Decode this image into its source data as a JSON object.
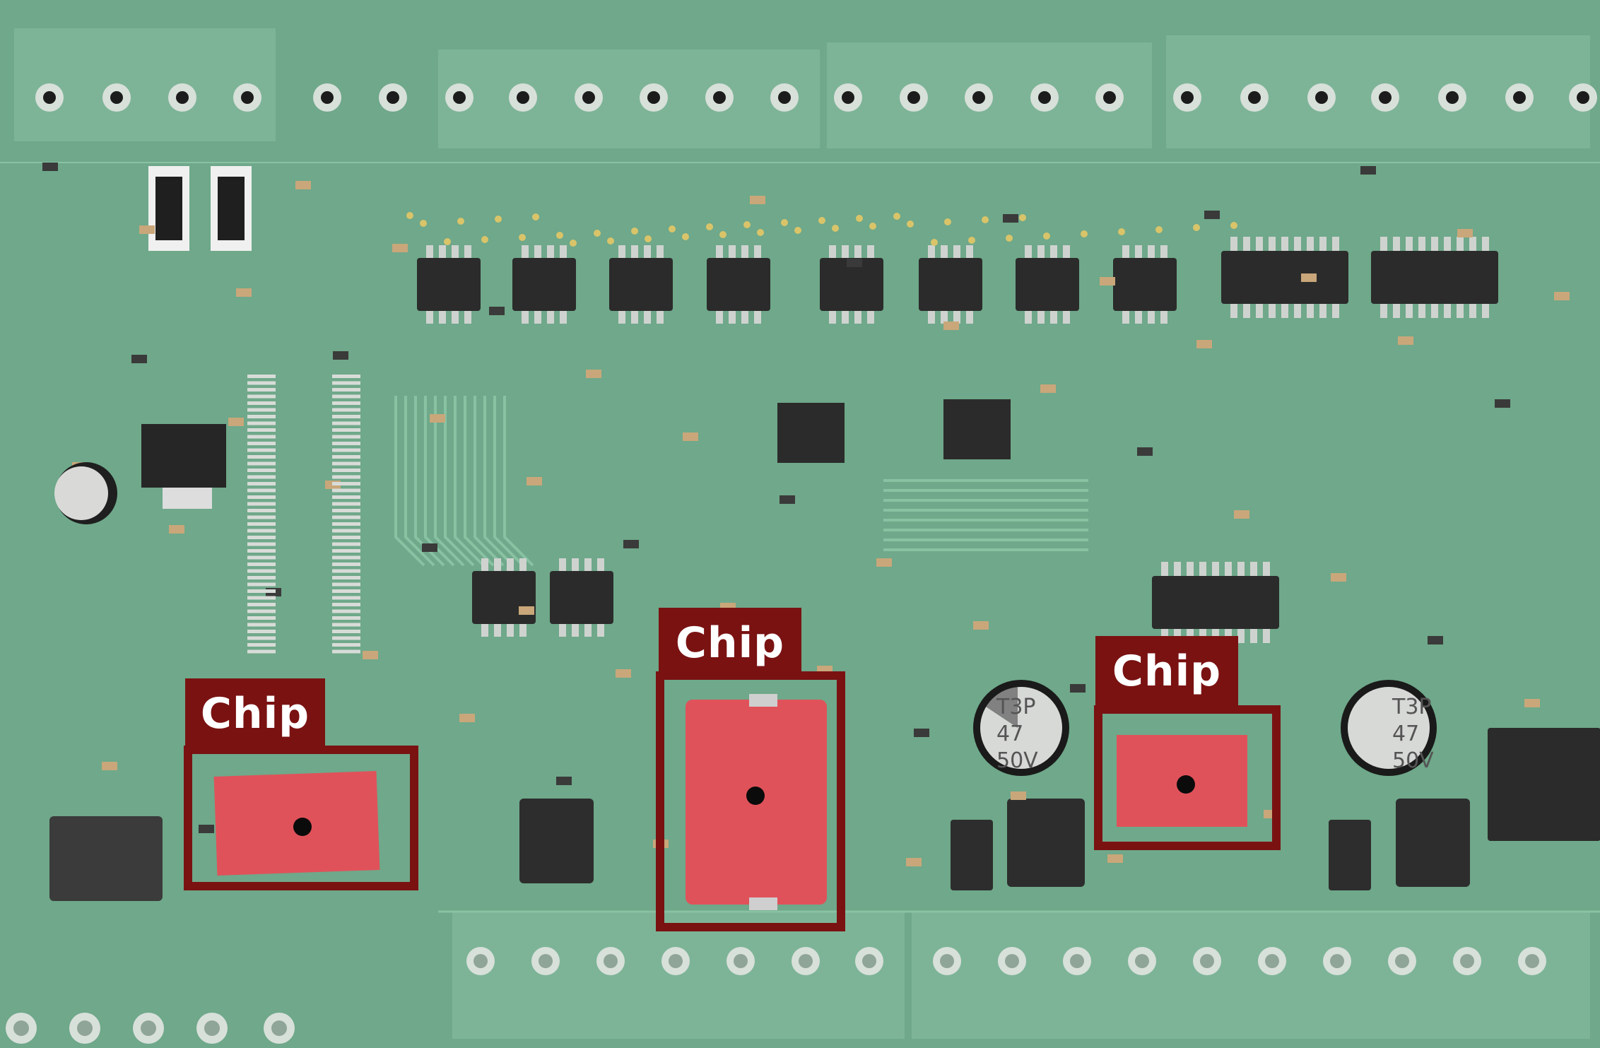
{
  "scene": {
    "subject": "circuit board",
    "board_color": "#6fa88a",
    "highlight_color": "#7a1212",
    "component_color": "#e0525a"
  },
  "annotations": [
    {
      "label": "Chip"
    },
    {
      "label": "Chip"
    },
    {
      "label": "Chip"
    }
  ]
}
